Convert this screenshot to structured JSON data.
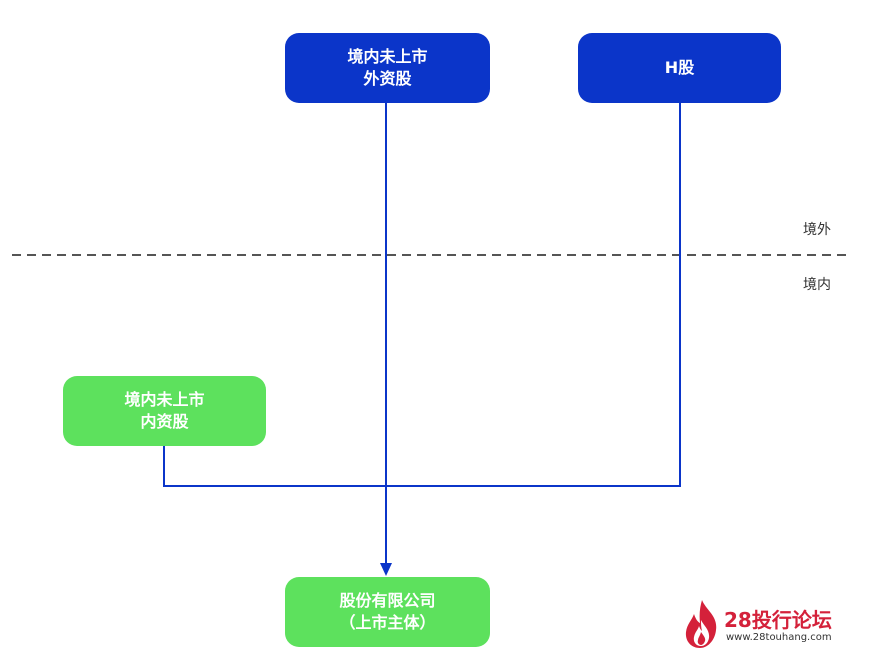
{
  "nodes": {
    "offshore_unlisted": {
      "line1": "境内未上市",
      "line2": "外资股"
    },
    "h_shares": {
      "line1": "H股"
    },
    "domestic_unlisted": {
      "line1": "境内未上市",
      "line2": "内资股"
    },
    "company": {
      "line1": "股份有限公司",
      "line2": "（上市主体）"
    }
  },
  "regions": {
    "offshore": "境外",
    "onshore": "境内"
  },
  "watermark": {
    "brand": "28投行论坛",
    "url": "www.28touhang.com"
  },
  "colors": {
    "blue": "#0b35c9",
    "green": "#5de15d",
    "divider": "#555555",
    "brand": "#d4213a"
  }
}
